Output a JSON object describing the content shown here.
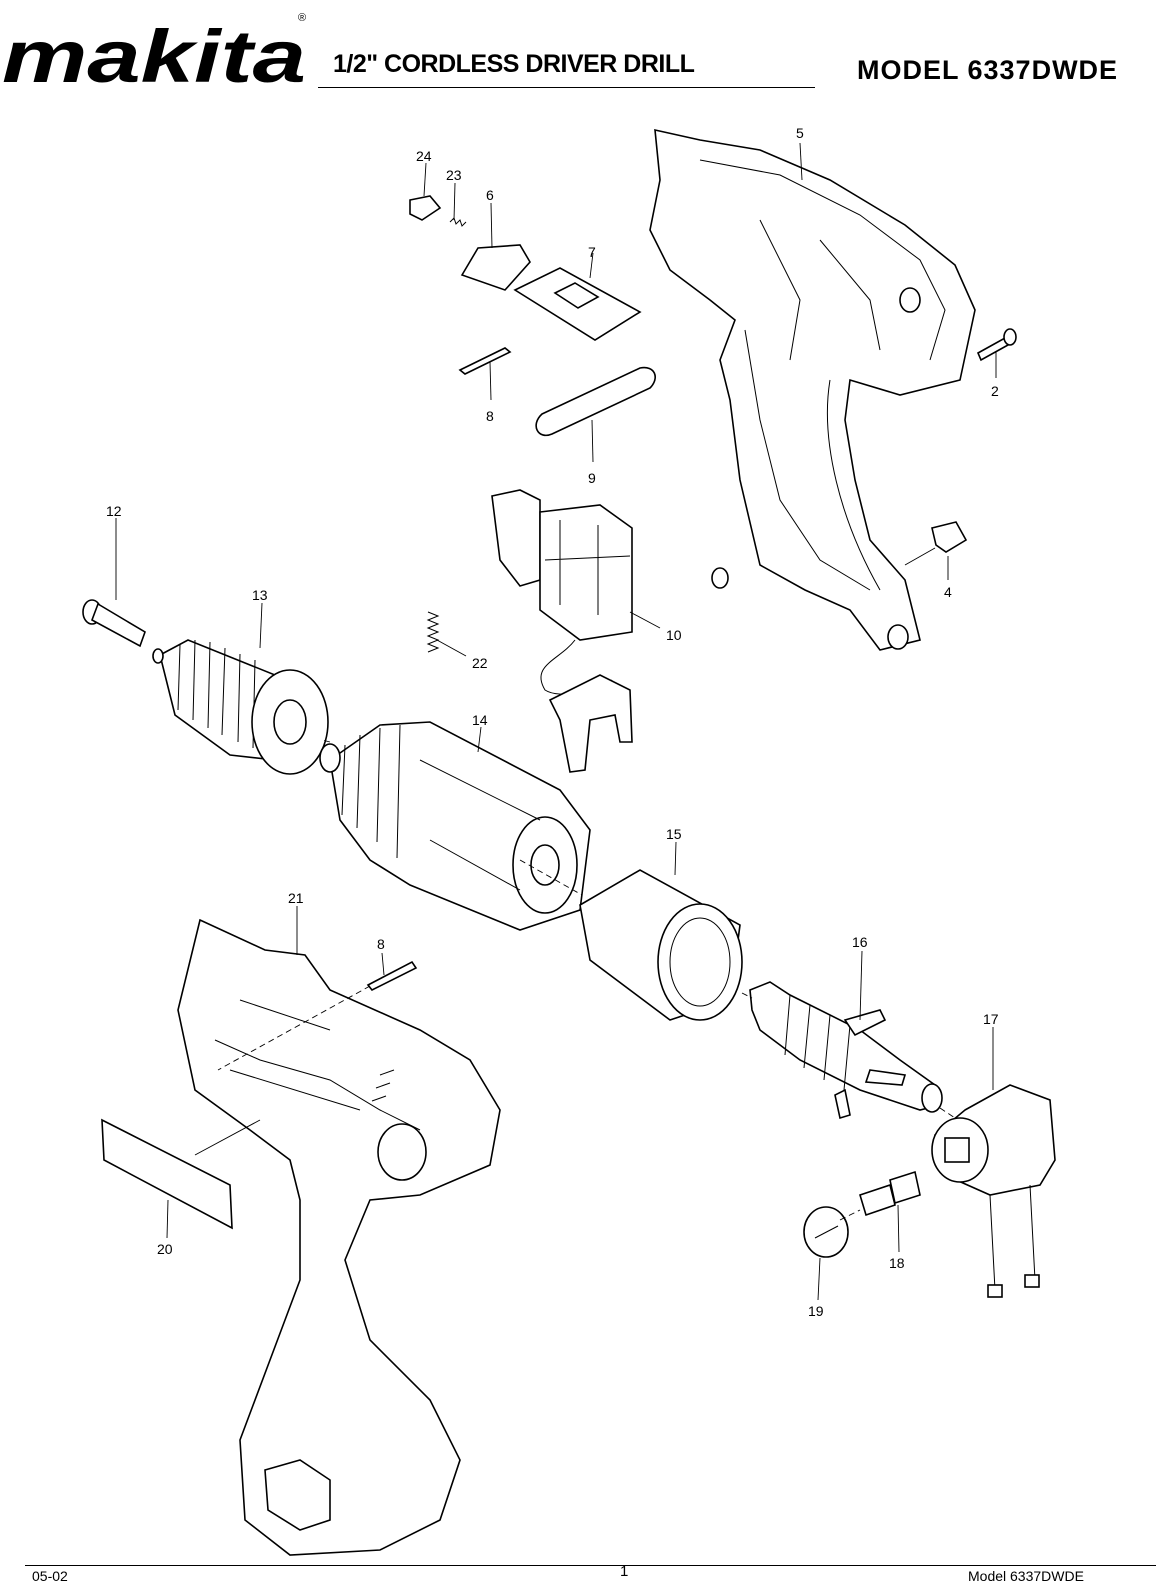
{
  "brand": {
    "logo_text": "makita",
    "registered_mark": "®"
  },
  "header": {
    "title": "1/2\" CORDLESS DRIVER DRILL",
    "model": "MODEL 6337DWDE"
  },
  "diagram": {
    "part_numbers": [
      "24",
      "23",
      "6",
      "7",
      "5",
      "2",
      "8",
      "9",
      "12",
      "13",
      "10",
      "22",
      "4",
      "14",
      "15",
      "21",
      "8",
      "16",
      "17",
      "18",
      "19",
      "20"
    ]
  },
  "footer": {
    "date": "05-02",
    "page": "1",
    "model": "Model  6337DWDE"
  }
}
